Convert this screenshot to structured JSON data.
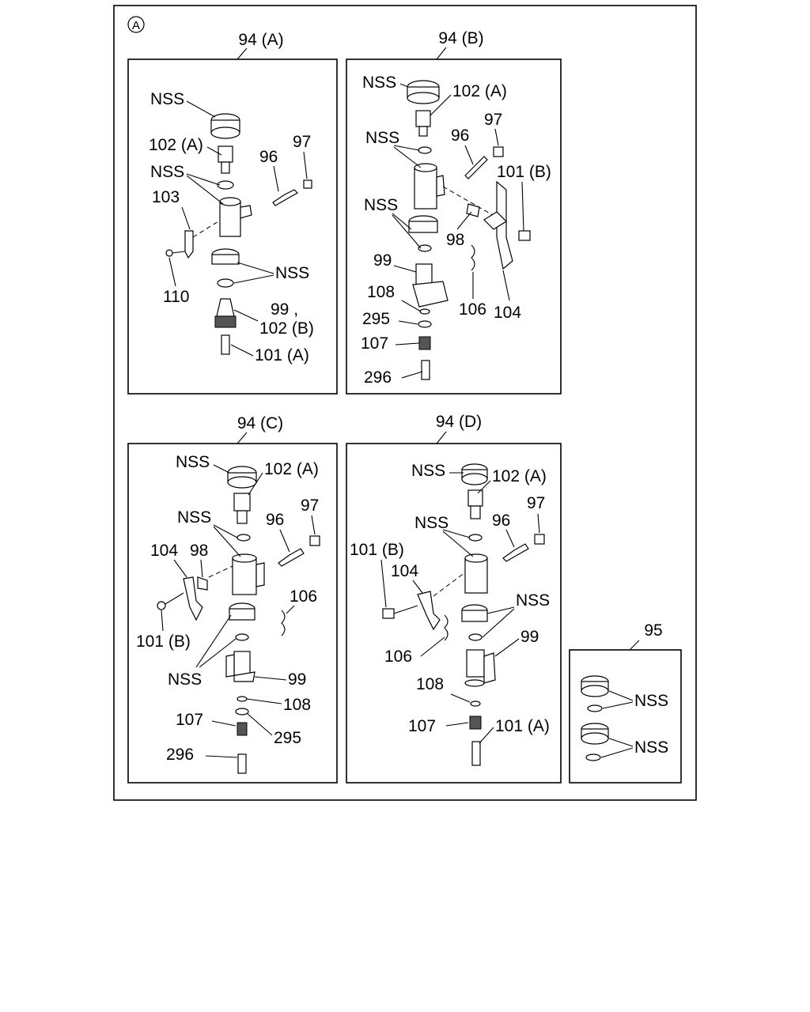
{
  "frame_marker": "A",
  "panels": {
    "a": {
      "title": "94 (A)",
      "labels": {
        "nss1": "NSS",
        "p102a": "102 (A)",
        "nss2": "NSS",
        "p103": "103",
        "p96": "96",
        "p97": "97",
        "nss3": "NSS",
        "p110": "110",
        "p99": "99  ,",
        "p102b": "102 (B)",
        "p101a": "101 (A)"
      }
    },
    "b": {
      "title": "94 (B)",
      "labels": {
        "nss1": "NSS",
        "p102a": "102 (A)",
        "p97": "97",
        "nss2": "NSS",
        "p96": "96",
        "p101b": "101 (B)",
        "nss3": "NSS",
        "p98": "98",
        "p99": "99",
        "p108": "108",
        "p106": "106",
        "p104": "104",
        "p295": "295",
        "p107": "107",
        "p296": "296"
      }
    },
    "c": {
      "title": "94 (C)",
      "labels": {
        "nss1": "NSS",
        "p102a": "102 (A)",
        "nss2": "NSS",
        "p97": "97",
        "p96": "96",
        "p104": "104",
        "p98": "98",
        "p106": "106",
        "p101b": "101 (B)",
        "nss3": "NSS",
        "p99": "99",
        "p108": "108",
        "p107": "107",
        "p295": "295",
        "p296": "296"
      }
    },
    "d": {
      "title": "94 (D)",
      "labels": {
        "nss1": "NSS",
        "p102a": "102 (A)",
        "p97": "97",
        "nss2": "NSS",
        "p96": "96",
        "p101b": "101 (B)",
        "p104": "104",
        "nss3": "NSS",
        "p99": "99",
        "p106": "106",
        "p108": "108",
        "p107": "107",
        "p101a": "101 (A)"
      }
    },
    "e": {
      "title": "95",
      "labels": {
        "nss1": "NSS",
        "nss2": "NSS"
      }
    }
  }
}
